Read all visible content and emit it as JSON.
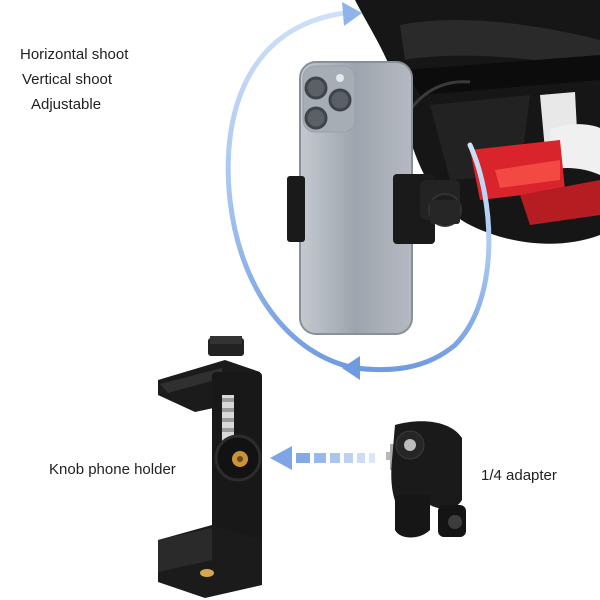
{
  "labels": {
    "horizontal": "Horizontal shoot",
    "vertical": "Vertical shoot",
    "adjustable": "Adjustable",
    "knob_holder": "Knob phone holder",
    "adapter": "1/4 adapter"
  },
  "colors": {
    "arrow": "#8fb4ea",
    "helmet": "#161616",
    "helmet_red": "#d8242a",
    "phone": "#aab0b8",
    "mount": "#1a1a1a",
    "brass": "#d9a64a"
  }
}
